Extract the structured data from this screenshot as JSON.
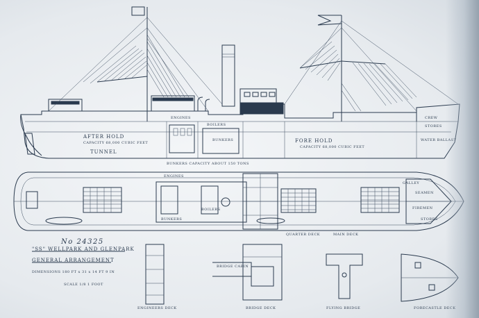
{
  "profile_labels": {
    "after_hold": "AFTER HOLD",
    "after_hold_capacity": "CAPACITY 68,000 CUBIC FEET",
    "tunnel": "TUNNEL",
    "fore_hold": "FORE HOLD",
    "fore_hold_capacity": "CAPACITY 68,000 CUBIC FEET",
    "stores": "STORES",
    "water_ballast": "WATER BALLAST",
    "crew": "CREW",
    "engines": "ENGINES",
    "boilers": "BOILERS",
    "bunkers": "BUNKERS",
    "note": "BUNKERS CAPACITY ABOUT 150 TONS"
  },
  "plan_labels": {
    "engines": "ENGINES",
    "boilers": "BOILERS",
    "bunkers": "BUNKERS",
    "galley": "GALLEY",
    "firemen": "FIREMEN",
    "seamen": "SEAMEN",
    "stores": "STORES"
  },
  "title_block": {
    "number": "No 24325",
    "line1": "\"SS\" WELLPARK AND GLENPARK",
    "line2": "GENERAL ARRANGEMENT",
    "line3": "DIMENSIONS 180 FT x 31 x 14 FT 9 IN",
    "scale": "SCALE 1/8 1 FOOT"
  },
  "view_labels": {
    "quarter_deck": "QUARTER DECK",
    "main_deck": "MAIN DECK",
    "flying_bridge": "FLYING BRIDGE",
    "bridge_deck": "BRIDGE DECK",
    "forecastle_deck": "FORECASTLE DECK",
    "engineers_deck": "ENGINEERS DECK",
    "bridge_cabin": "BRIDGE CABIN"
  },
  "colors": {
    "ink": "#2a3a4e",
    "paper": "#eef1f4"
  }
}
